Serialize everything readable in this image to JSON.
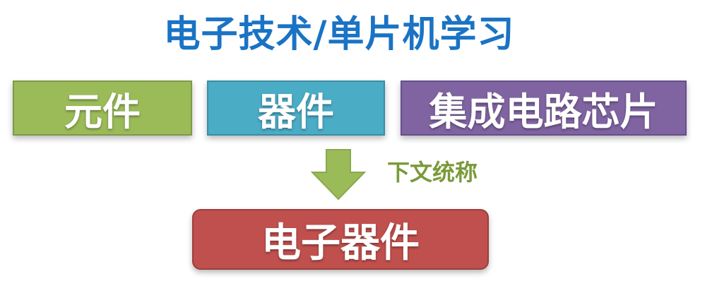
{
  "title": "电子技术/单片机学习",
  "categories": [
    {
      "label": "元件",
      "color": "#9bbb59"
    },
    {
      "label": "器件",
      "color": "#4bacc6"
    },
    {
      "label": "集成电路芯片",
      "color": "#8064a2"
    }
  ],
  "arrow_note": "下文统称",
  "result": {
    "label": "电子器件",
    "color": "#c0504d"
  },
  "colors": {
    "title": "#1a73c4",
    "arrow": "#9bbb59",
    "note": "#7a9a3a"
  }
}
